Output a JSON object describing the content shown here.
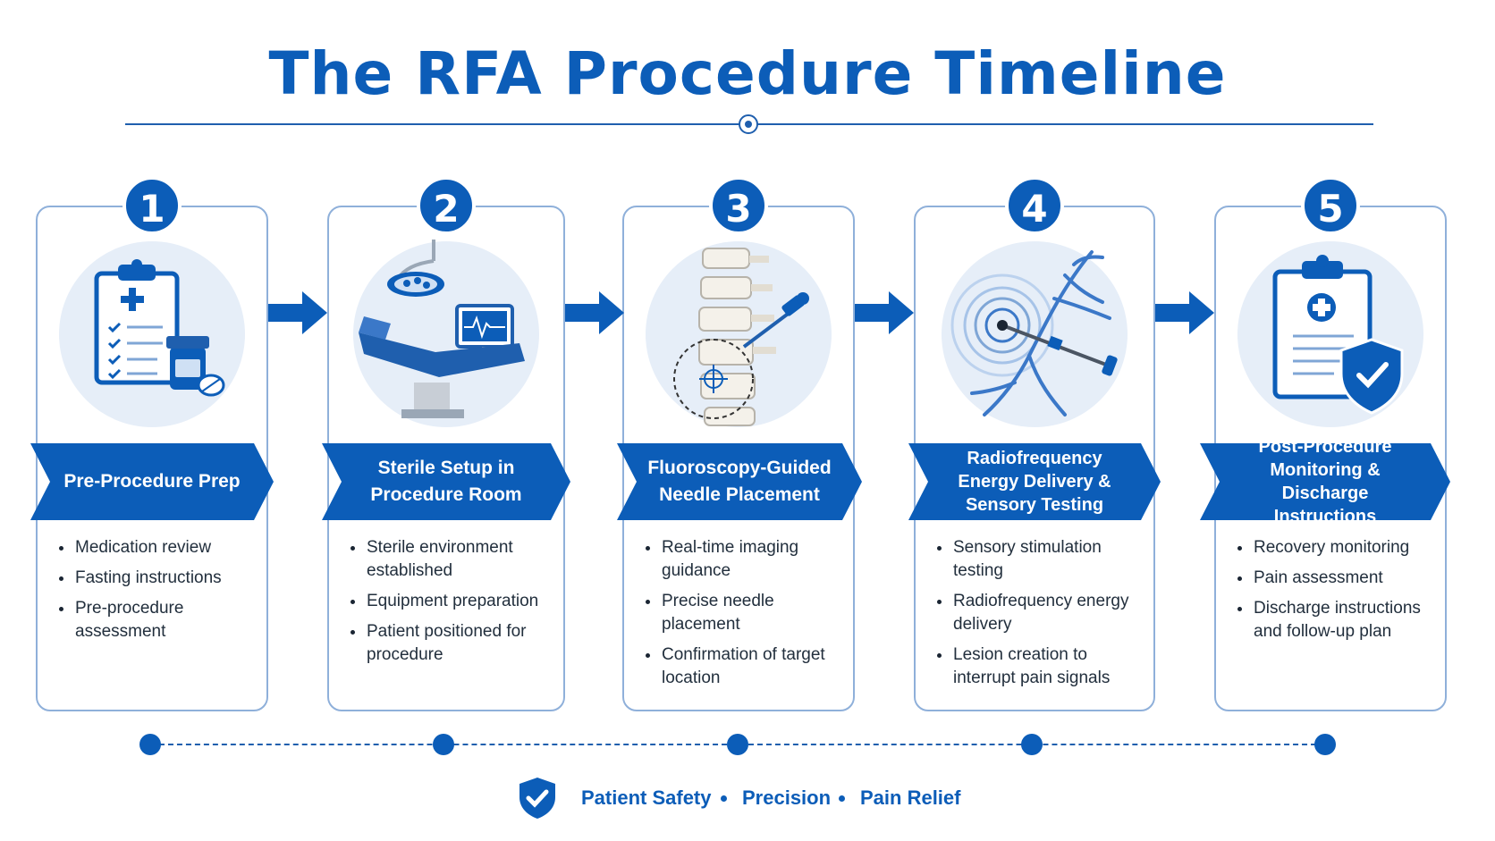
{
  "title": "The RFA Procedure Timeline",
  "colors": {
    "primary": "#0c5db8",
    "light": "#e6eef8",
    "border": "#8fb0da"
  },
  "steps": [
    {
      "number": "1",
      "heading": "Pre-Procedure Prep",
      "icon": "clipboard-medication-icon",
      "items": [
        "Medication review",
        "Fasting instructions",
        "Pre-procedure assessment"
      ]
    },
    {
      "number": "2",
      "heading": "Sterile Setup in Procedure Room",
      "icon": "procedure-table-icon",
      "items": [
        "Sterile environment established",
        "Equipment preparation",
        "Patient positioned for procedure"
      ]
    },
    {
      "number": "3",
      "heading": "Fluoroscopy-Guided Needle Placement",
      "icon": "spine-needle-icon",
      "items": [
        "Real-time imaging guidance",
        "Precise needle placement",
        "Confirmation of target location"
      ]
    },
    {
      "number": "4",
      "heading": "Radiofrequency Energy Delivery & Sensory Testing",
      "icon": "nerve-probe-icon",
      "items": [
        "Sensory stimulation testing",
        "Radiofrequency energy delivery",
        "Lesion creation to interrupt pain signals"
      ]
    },
    {
      "number": "5",
      "heading": "Post-Procedure Monitoring & Discharge Instructions",
      "icon": "clipboard-shield-icon",
      "items": [
        "Recovery monitoring",
        "Pain assessment",
        "Discharge instructions and follow-up plan"
      ]
    }
  ],
  "footer": {
    "items": [
      "Patient Safety",
      "Precision",
      "Pain Relief"
    ],
    "icon": "shield-check-icon"
  }
}
